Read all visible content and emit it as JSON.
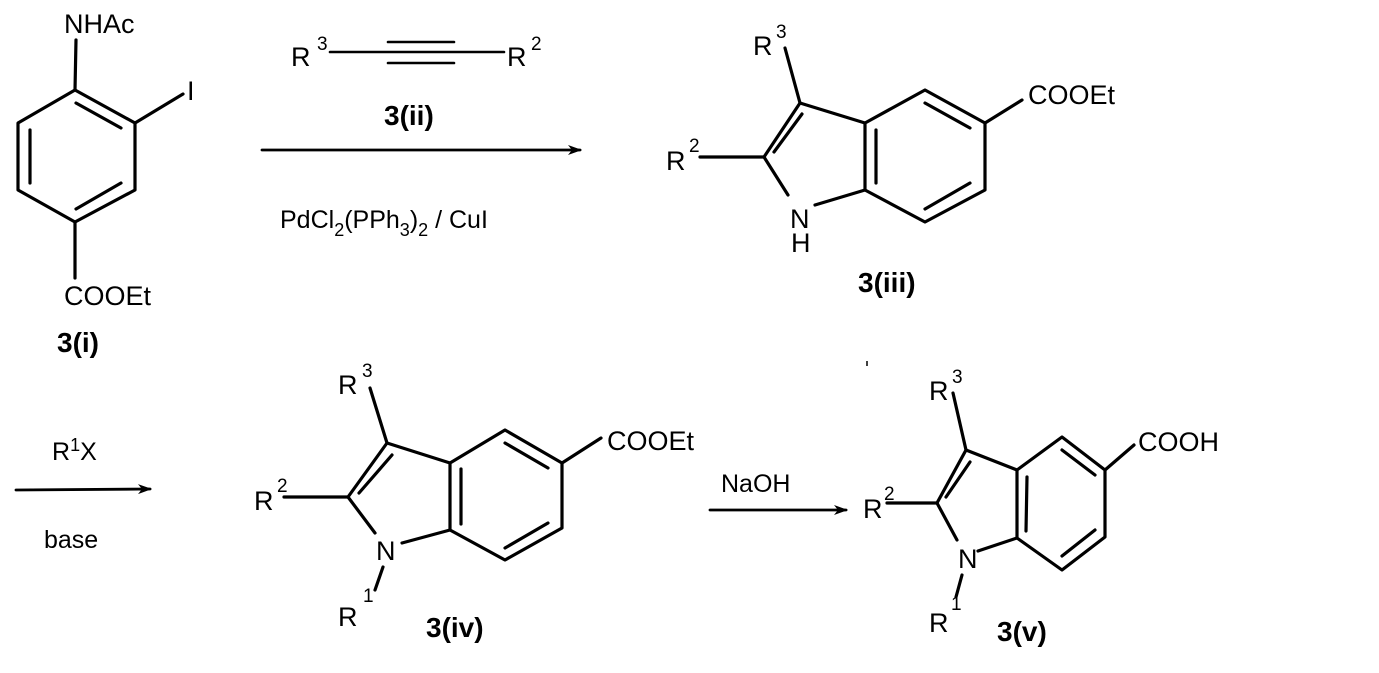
{
  "scheme": {
    "compounds": {
      "c3i": {
        "label": "3(i)",
        "substituents": {
          "top": "NHAc",
          "iodo": "I",
          "bottom": "COOEt"
        }
      },
      "c3ii": {
        "label": "3(ii)",
        "left_group": "R",
        "left_sup": "3",
        "right_group": "R",
        "right_sup": "2"
      },
      "c3iii": {
        "label": "3(iii)",
        "r3": "R",
        "r3_sup": "3",
        "r2": "R",
        "r2_sup": "2",
        "n": "N",
        "h": "H",
        "ester": "COOEt"
      },
      "c3iv": {
        "label": "3(iv)",
        "r3": "R",
        "r3_sup": "3",
        "r2": "R",
        "r2_sup": "2",
        "r1": "R",
        "r1_sup": "1",
        "n": "N",
        "ester": "COOEt"
      },
      "c3v": {
        "label": "3(v)",
        "r3": "R",
        "r3_sup": "3",
        "r2": "R",
        "r2_sup": "2",
        "r1": "R",
        "r1_sup": "1",
        "n": "N",
        "acid": "COOH"
      }
    },
    "steps": {
      "step1": {
        "reagent_below_a": "PdCl",
        "sub1": "2",
        "reagent_below_b": "(PPh",
        "sub2": "3",
        "reagent_below_c": ")",
        "sub3": "2",
        "reagent_below_d": " / CuI"
      },
      "step2": {
        "reagent_above": "R",
        "reagent_above_sup": "1",
        "reagent_above_tail": "X",
        "reagent_below": "base"
      },
      "step3": {
        "reagent_above": "NaOH"
      }
    }
  }
}
